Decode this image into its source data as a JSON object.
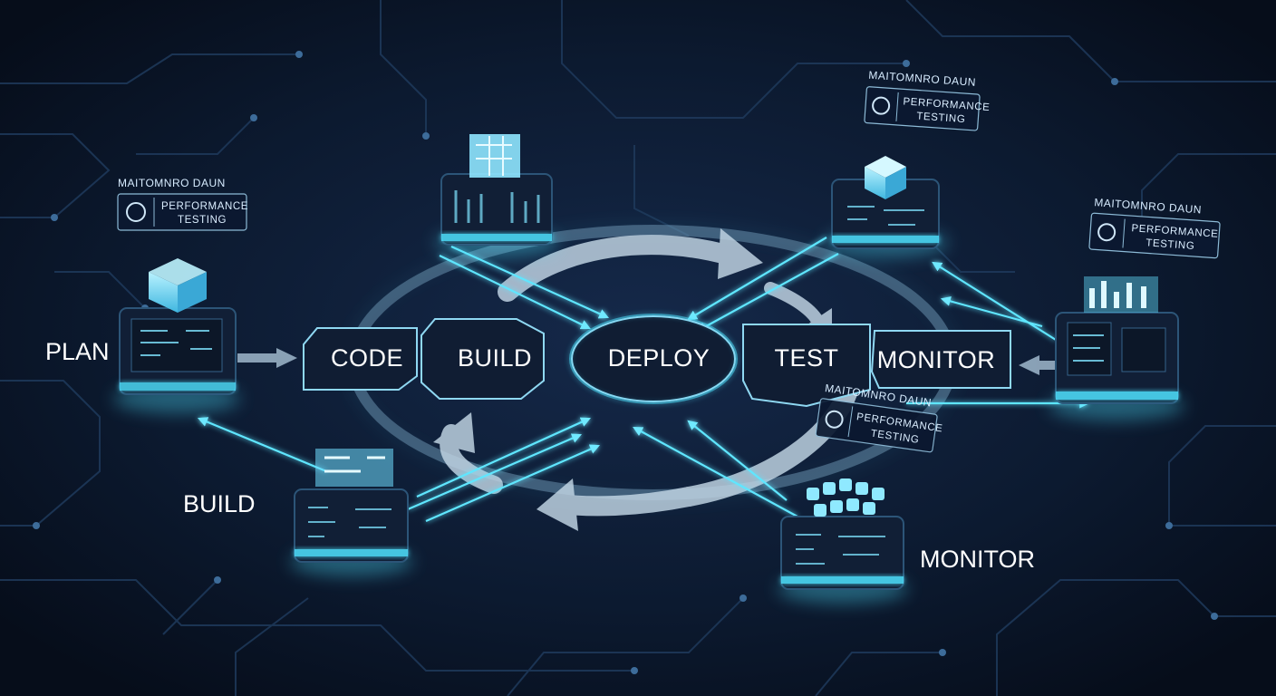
{
  "colors": {
    "background": "#0a1526",
    "accent_cyan": "#4fe3ff",
    "node_dark": "#101d33",
    "arrow_light": "#c3d7e6"
  },
  "pipeline": {
    "stages": [
      "CODE",
      "BUILD",
      "DEPLOY",
      "TEST",
      "MONITOR"
    ]
  },
  "side_labels": {
    "plan": "PLAN",
    "build": "BUILD",
    "monitor": "MONITOR"
  },
  "badges": [
    {
      "header": "MAITOMNRO DAUN",
      "line1": "PERFORMANCE",
      "line2": "TESTING",
      "icon": "gear-brain-icon"
    },
    {
      "header": "MAITOMNRO DAUN",
      "line1": "PERFORMANCE",
      "line2": "TESTING",
      "icon": "gear-brain-icon"
    },
    {
      "header": "MAITOMNRO DAUN",
      "line1": "PERFORMANCE",
      "line2": "TESTING",
      "icon": "gear-brain-icon"
    },
    {
      "header": "MAITOMNRO DAUN",
      "line1": "PERFORMANCE",
      "line2": "TESTING",
      "icon": "gear-brain-icon"
    }
  ],
  "icons": [
    "server-node-icon",
    "hologram-cube-icon",
    "cycle-arrow-icon",
    "gear-brain-icon"
  ]
}
